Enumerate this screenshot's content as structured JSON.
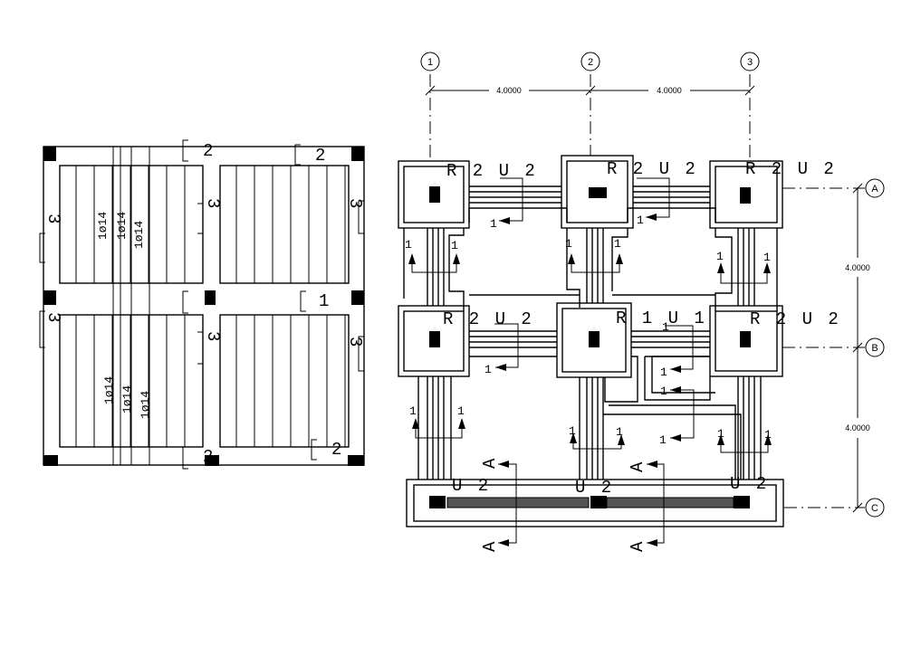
{
  "left_plan": {
    "bar_labels": [
      "1ø14",
      "1ø14",
      "1ø14",
      "1ø14",
      "1ø14",
      "1ø14"
    ],
    "section_marks": [
      "3",
      "3",
      "3",
      "3",
      "3",
      "3",
      "2",
      "2",
      "2",
      "1",
      "2"
    ]
  },
  "right_plan": {
    "grid_bubbles": [
      "1",
      "2",
      "3",
      "A",
      "B",
      "C"
    ],
    "dimensions": [
      "4.0000",
      "4.0000",
      "4.0000",
      "4.0000"
    ],
    "footing_labels": [
      "R 2 U 2",
      "R 2 U 2",
      "R 2 U 2",
      "R 2 U 2",
      "R 1 U 1",
      "R 2 U 2"
    ],
    "beam_labels": [
      "U 2",
      "U 2",
      "U 2"
    ],
    "section_marks": [
      "1",
      "1",
      "1",
      "1",
      "1",
      "1",
      "1",
      "1",
      "1",
      "1",
      "1",
      "1",
      "1",
      "1",
      "1",
      "1",
      "1",
      "1",
      "1",
      "1"
    ],
    "section_a_marks": [
      "A",
      "A",
      "A",
      "A"
    ]
  }
}
